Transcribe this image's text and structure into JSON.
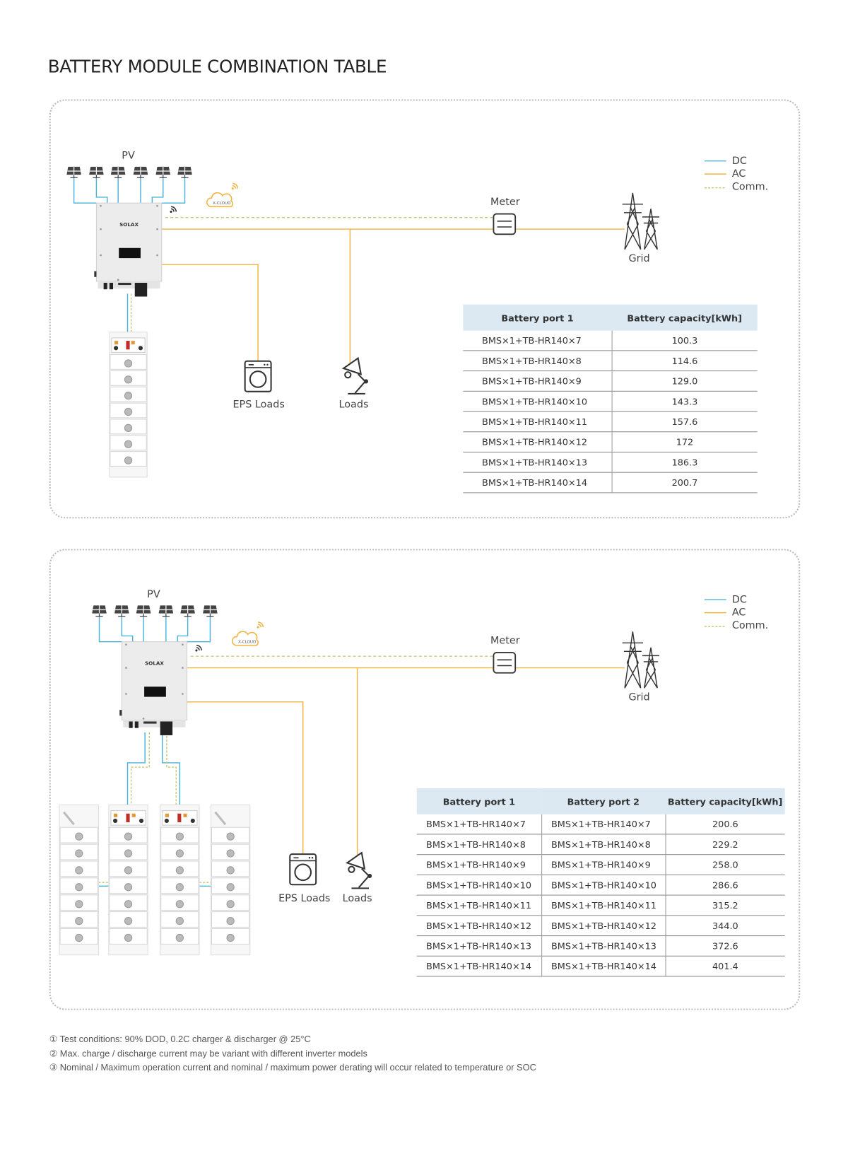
{
  "title": "BATTERY MODULE COMBINATION TABLE",
  "colors": {
    "dc": "#4ab3dd",
    "ac": "#f2b340",
    "comm": "#c9c97a",
    "table_header_bg": "#dce9f2"
  },
  "legend": {
    "dc": "DC",
    "ac": "AC",
    "comm": "Comm."
  },
  "diagram_labels": {
    "pv": "PV",
    "meter": "Meter",
    "grid": "Grid",
    "eps_loads": "EPS Loads",
    "loads": "Loads",
    "cloud": "X-CLOUD",
    "inverter_brand": "SOLAX"
  },
  "icons": [
    "solar-panel-icon",
    "inverter-icon",
    "cloud-icon",
    "wifi-icon",
    "meter-icon",
    "grid-tower-icon",
    "washing-machine-icon",
    "lamp-icon",
    "battery-stack-icon"
  ],
  "table1": {
    "headers": [
      "Battery port 1",
      "Battery capacity[kWh]"
    ],
    "rows": [
      [
        "BMS×1+TB-HR140×7",
        "100.3"
      ],
      [
        "BMS×1+TB-HR140×8",
        "114.6"
      ],
      [
        "BMS×1+TB-HR140×9",
        "129.0"
      ],
      [
        "BMS×1+TB-HR140×10",
        "143.3"
      ],
      [
        "BMS×1+TB-HR140×11",
        "157.6"
      ],
      [
        "BMS×1+TB-HR140×12",
        "172"
      ],
      [
        "BMS×1+TB-HR140×13",
        "186.3"
      ],
      [
        "BMS×1+TB-HR140×14",
        "200.7"
      ]
    ]
  },
  "table2": {
    "headers": [
      "Battery port 1",
      "Battery port 2",
      "Battery capacity[kWh]"
    ],
    "rows": [
      [
        "BMS×1+TB-HR140×7",
        "BMS×1+TB-HR140×7",
        "200.6"
      ],
      [
        "BMS×1+TB-HR140×8",
        "BMS×1+TB-HR140×8",
        "229.2"
      ],
      [
        "BMS×1+TB-HR140×9",
        "BMS×1+TB-HR140×9",
        "258.0"
      ],
      [
        "BMS×1+TB-HR140×10",
        "BMS×1+TB-HR140×10",
        "286.6"
      ],
      [
        "BMS×1+TB-HR140×11",
        "BMS×1+TB-HR140×11",
        "315.2"
      ],
      [
        "BMS×1+TB-HR140×12",
        "BMS×1+TB-HR140×12",
        "344.0"
      ],
      [
        "BMS×1+TB-HR140×13",
        "BMS×1+TB-HR140×13",
        "372.6"
      ],
      [
        "BMS×1+TB-HR140×14",
        "BMS×1+TB-HR140×14",
        "401.4"
      ]
    ]
  },
  "notes": [
    "① Test conditions: 90% DOD, 0.2C charger & discharger @ 25°C",
    "② Max. charge / discharge current may be variant with different inverter models",
    "③ Nominal / Maximum operation current and nominal / maximum power derating will occur related to temperature or SOC"
  ]
}
